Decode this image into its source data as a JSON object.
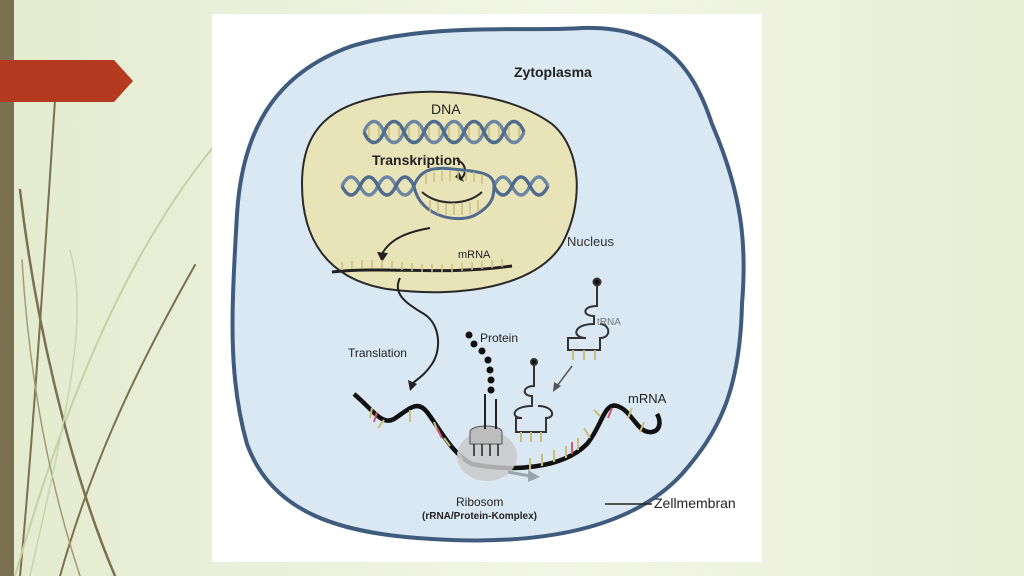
{
  "diagram": {
    "labels": {
      "dna": "DNA",
      "transcription": "Transkription",
      "mrna_nucleus": "mRNA",
      "nucleus": "Nucleus",
      "cytoplasm": "Zytoplasma",
      "translation": "Translation",
      "protein": "Protein",
      "trna": "tRNA",
      "mrna_cytoplasm": "mRNA",
      "ribosome": "Ribosom",
      "ribosome_sub": "(rRNA/Protein-Komplex)",
      "cell_membrane": "Zellmembran"
    }
  },
  "colors": {
    "accent_arrow": "#b33a1e",
    "sidebar": "#7b7150",
    "cytoplasm_fill": "#d9e8f2",
    "membrane": "#3f5c7e",
    "nucleus_fill": "#e9e4b8",
    "dna": "#6c86a3"
  }
}
